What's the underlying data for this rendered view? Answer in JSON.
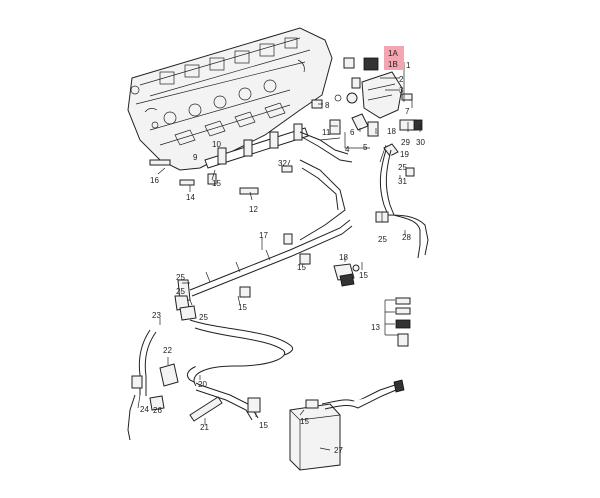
{
  "diagram": {
    "highlight_color": "#f4a6b0",
    "highlight_labels": [
      "1A",
      "1B"
    ],
    "callouts": {
      "c1": "1",
      "c2": "2",
      "c3": "3",
      "c4": "4",
      "c5": "5",
      "c6": "6",
      "c7": "7",
      "c8": "8",
      "c9": "9",
      "c10": "10",
      "c11": "11",
      "c12": "12",
      "c13": "13",
      "c14": "14",
      "c15a": "15",
      "c15b": "15",
      "c15c": "15",
      "c15d": "15",
      "c15e": "15",
      "c15f": "15",
      "c16": "16",
      "c17": "17",
      "c18a": "18",
      "c18b": "18",
      "c19": "19",
      "c20": "20",
      "c21": "21",
      "c22": "22",
      "c23": "23",
      "c24": "24",
      "c25a": "25",
      "c25b": "25",
      "c25c": "25",
      "c25d": "25",
      "c25e": "25",
      "c26": "26",
      "c27": "27",
      "c28": "28",
      "c29": "29",
      "c30": "30",
      "c31": "31",
      "c32": "32"
    }
  }
}
